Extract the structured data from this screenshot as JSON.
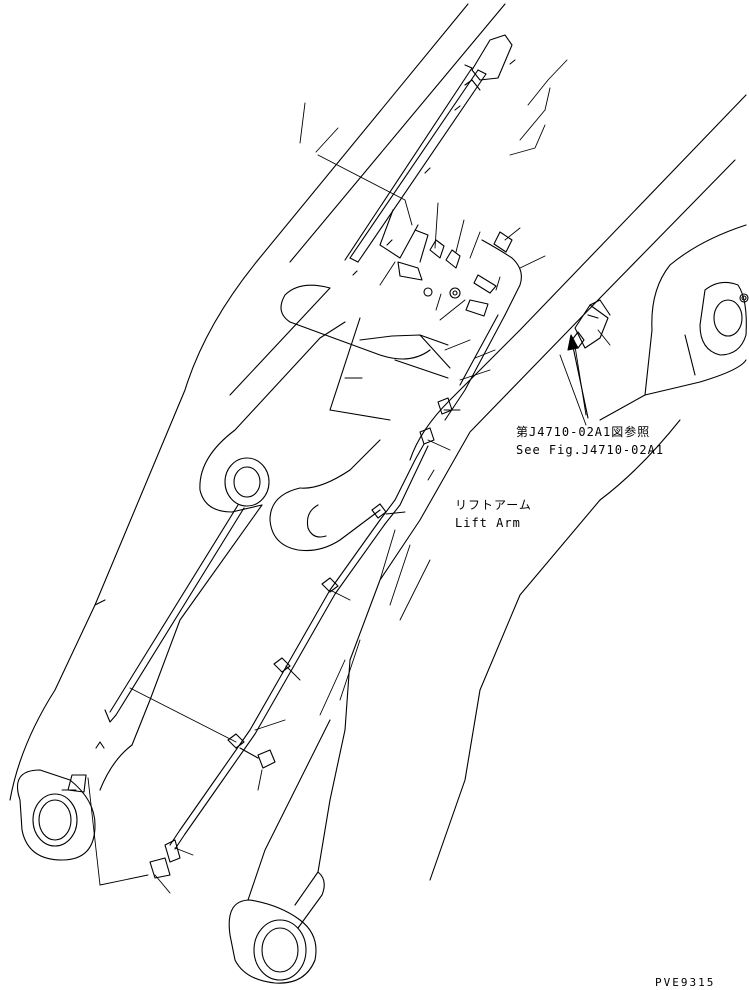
{
  "labels": {
    "reference_jp": "第J4710-02A1図参照",
    "reference_en": "See Fig.J4710-02A1",
    "part_jp": "リフトアーム",
    "part_en": "Lift Arm",
    "drawing_code": "PVE9315"
  },
  "colors": {
    "line": "#000000",
    "background": "#ffffff"
  }
}
